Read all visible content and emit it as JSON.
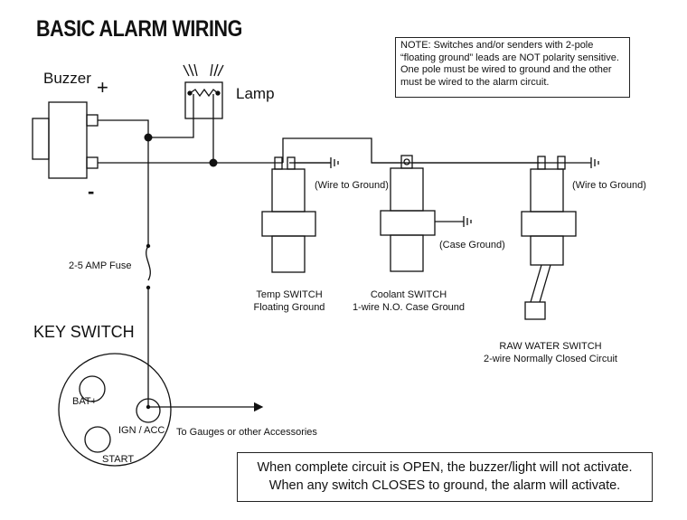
{
  "title": "BASIC ALARM WIRING",
  "note": "NOTE: Switches and/or senders with 2-pole “floating ground” leads are NOT polarity sensitive. One pole must be wired to ground and the other must be wired to the alarm circuit.",
  "labels": {
    "buzzer": "Buzzer",
    "plus": "+",
    "minus": "-",
    "lamp": "Lamp",
    "wire_to_ground_1": "(Wire to Ground)",
    "wire_to_ground_2": "(Wire to Ground)",
    "case_ground": "(Case Ground)",
    "fuse": "2-5 AMP Fuse",
    "key_switch": "KEY SWITCH",
    "bat": "BAT+",
    "ign": "IGN / ACC",
    "start": "START",
    "to_gauges": "To Gauges or other Accessories"
  },
  "switches": {
    "temp": {
      "name": "Temp SWITCH",
      "desc": "Floating Ground"
    },
    "coolant": {
      "name": "Coolant SWITCH",
      "desc": "1-wire N.O. Case Ground"
    },
    "raw_water": {
      "name": "RAW WATER SWITCH",
      "desc": "2-wire Normally Closed Circuit"
    }
  },
  "footer": {
    "line1": "When complete circuit is OPEN, the buzzer/light will not activate.",
    "line2": "When any switch CLOSES to ground, the alarm will activate."
  }
}
